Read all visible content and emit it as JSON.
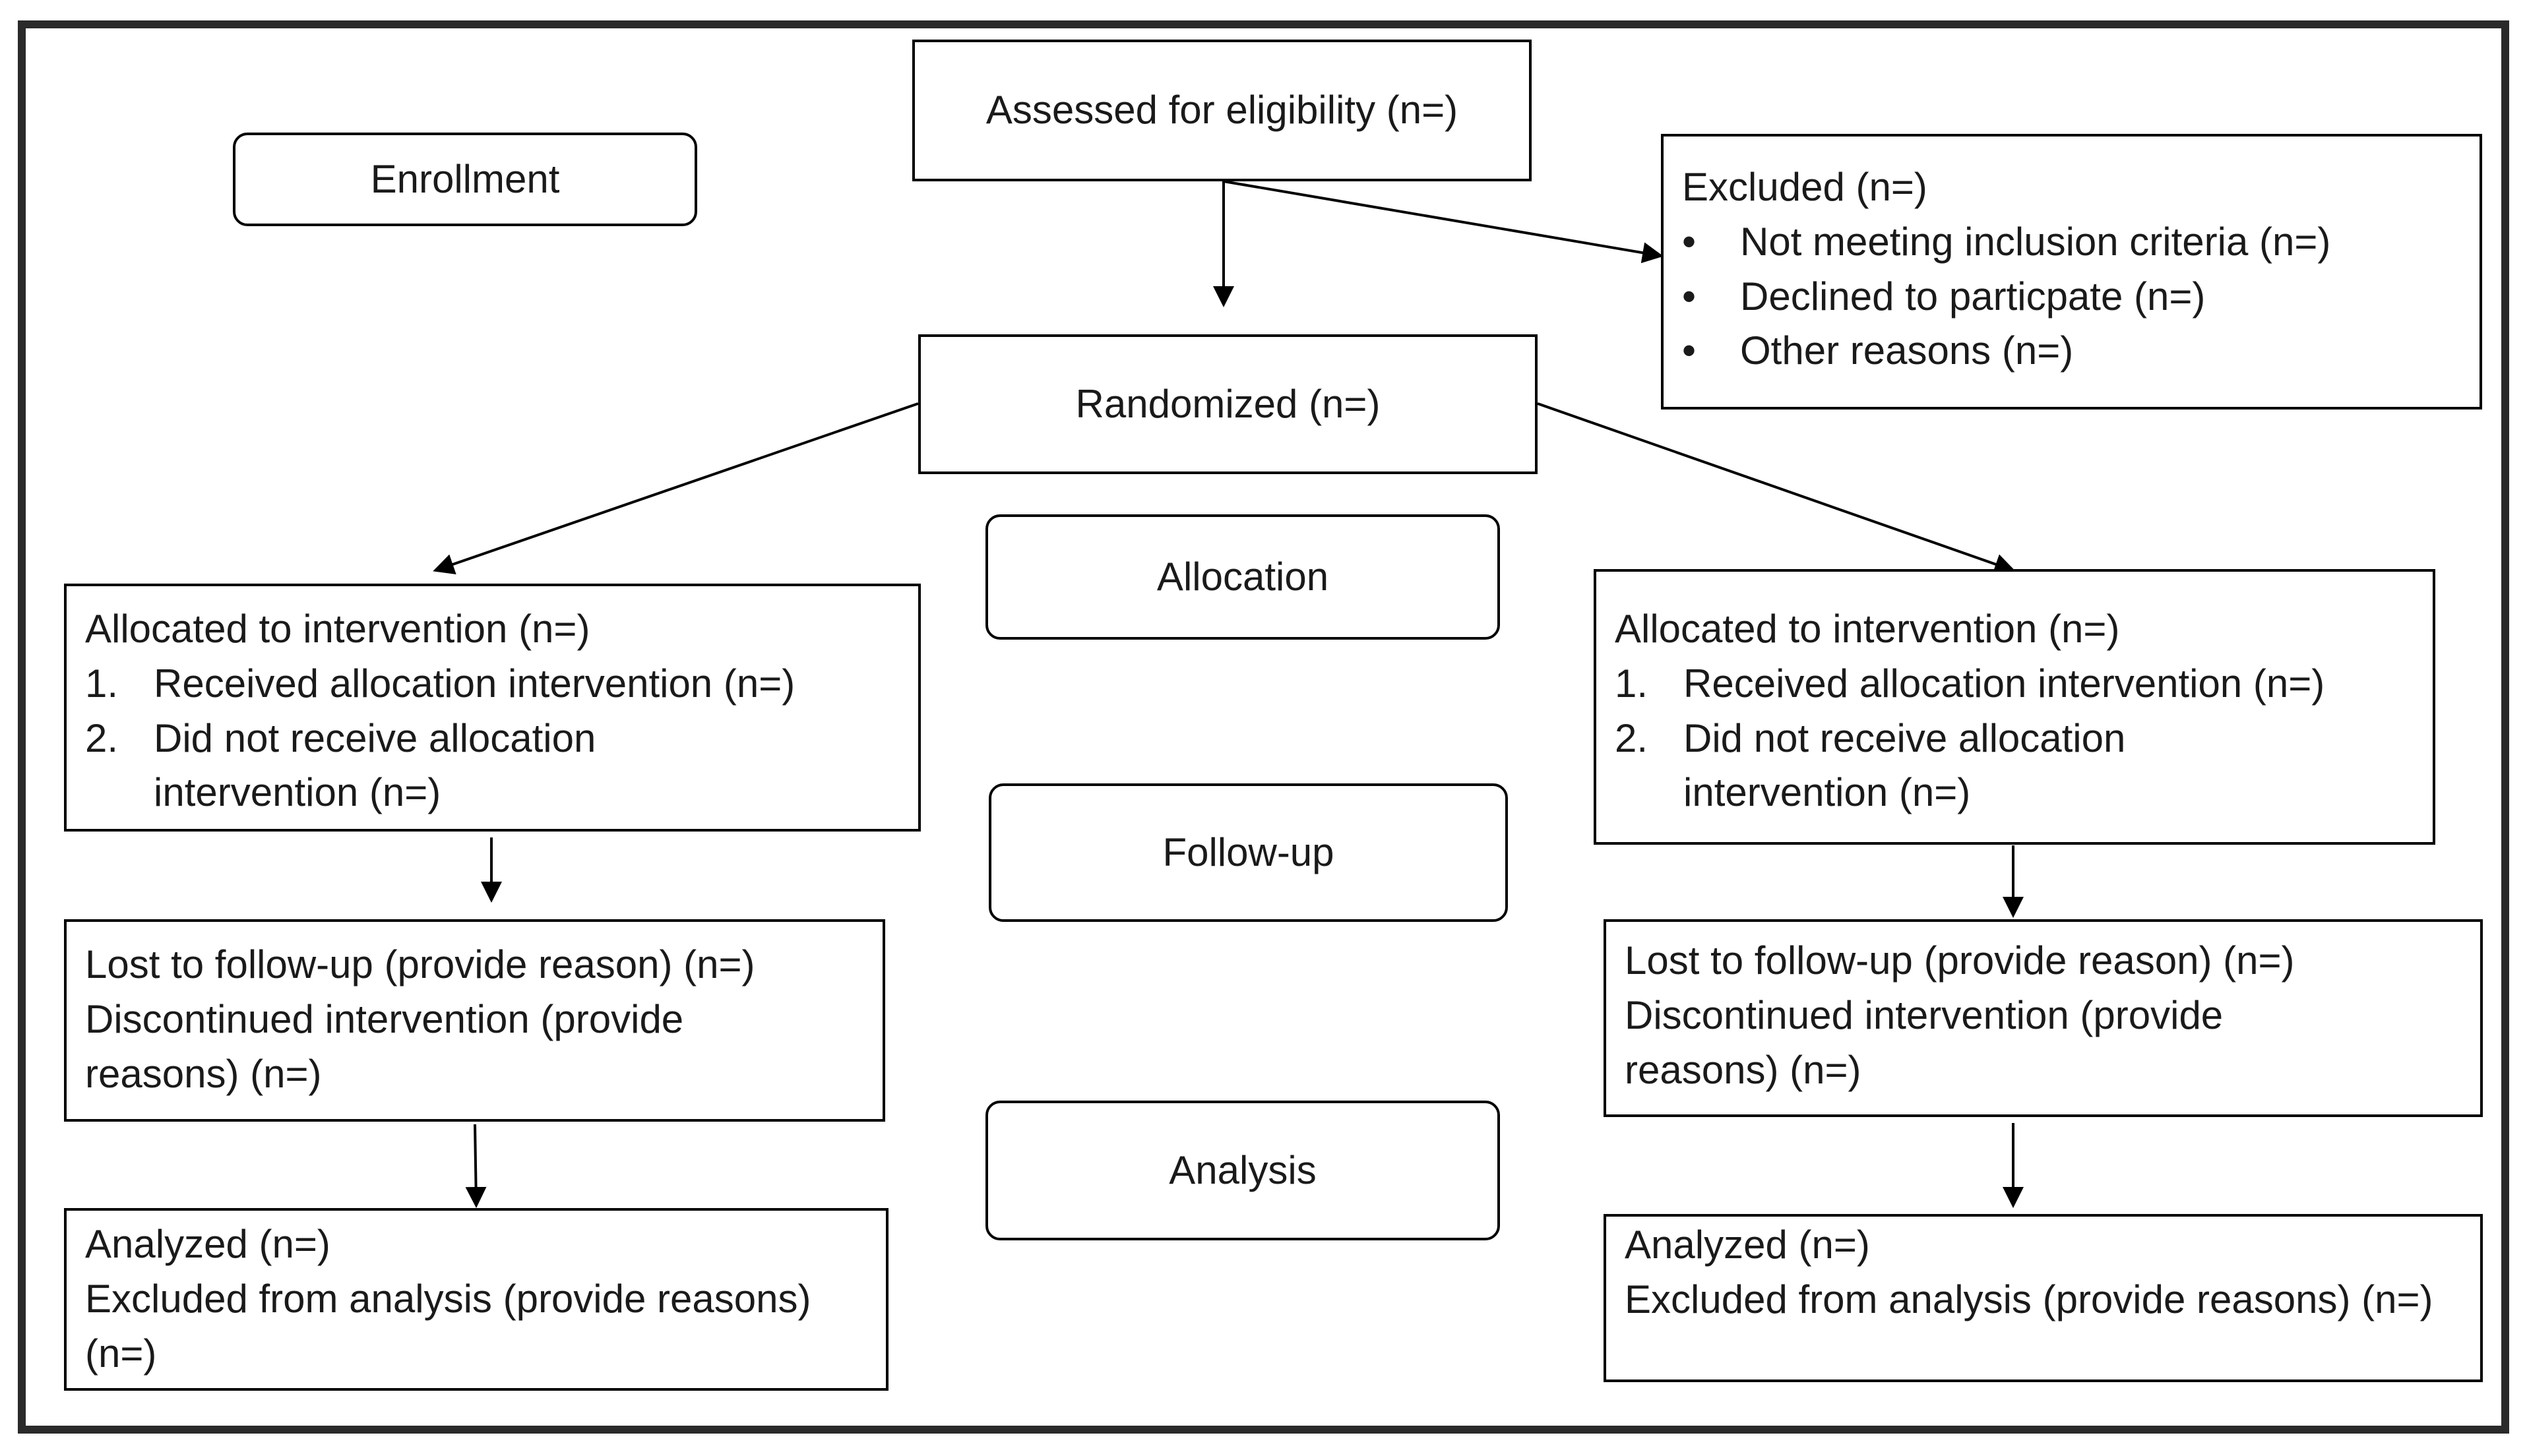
{
  "diagram": {
    "stages": {
      "enrollment": "Enrollment",
      "allocation": "Allocation",
      "follow_up": "Follow-up",
      "analysis": "Analysis"
    },
    "assessed": "Assessed for eligibility (n=)",
    "excluded": {
      "title": "Excluded (n=)",
      "items": [
        "Not meeting inclusion criteria (n=)",
        "Declined to particpate (n=)",
        "Other reasons (n=)"
      ],
      "bullet": "•"
    },
    "randomized": "Randomized (n=)",
    "left_arm": {
      "allocated": {
        "title": "Allocated to intervention (n=)",
        "items": [
          {
            "marker": "1.",
            "text": "Received allocation intervention (n=)"
          },
          {
            "marker": "2.",
            "text": "Did not receive allocation intervention (n=)"
          }
        ]
      },
      "follow_up": {
        "line1": "Lost to follow-up (provide reason) (n=)",
        "line2": "Discontinued intervention (provide reasons) (n=)"
      },
      "analysis": {
        "line1": "Analyzed (n=)",
        "line2": "Excluded from analysis (provide reasons) (n=)"
      }
    },
    "right_arm": {
      "allocated": {
        "title": "Allocated to intervention (n=)",
        "items": [
          {
            "marker": "1.",
            "text": "Received allocation intervention (n=)"
          },
          {
            "marker": "2.",
            "text": "Did not receive allocation intervention (n=)"
          }
        ]
      },
      "follow_up": {
        "line1": "Lost to follow-up (provide reason) (n=)",
        "line2": "Discontinued intervention (provide reasons) (n=)"
      },
      "analysis": {
        "line1": "Analyzed (n=)",
        "line2": "Excluded from analysis (provide reasons) (n=)"
      }
    }
  }
}
